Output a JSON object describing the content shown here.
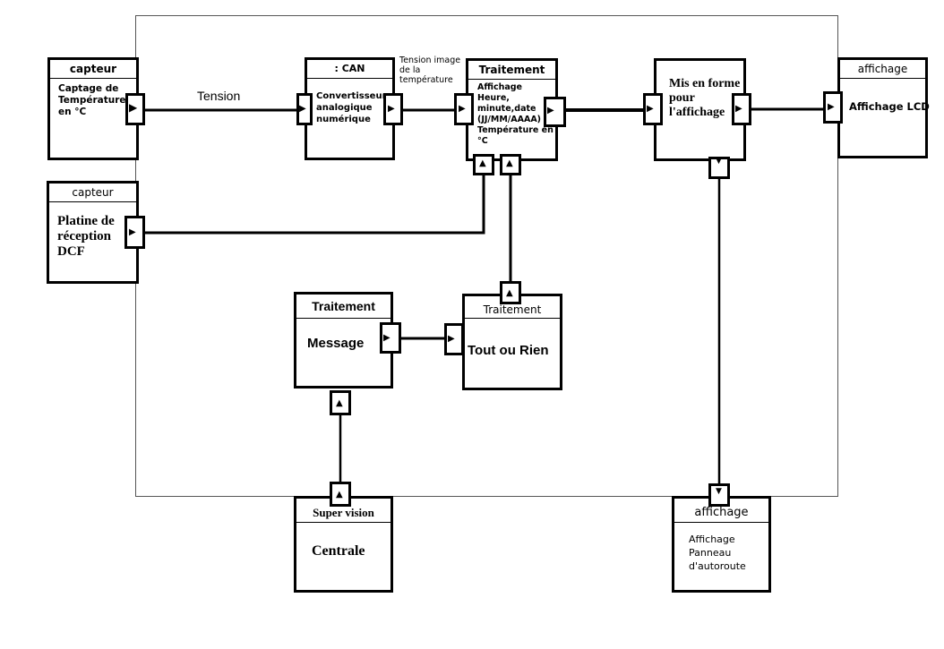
{
  "diagram": {
    "type": "block-diagram",
    "blocks": {
      "capteur_temp": {
        "header": "capteur",
        "text": "Captage de Température en °C"
      },
      "can": {
        "header": ": CAN",
        "text": "Convertisseur analogique numérique"
      },
      "traitement_main": {
        "header": "Traitement",
        "text": "Affichage Heure, minute,date (JJ/MM/AAAA) Température en °C"
      },
      "mise_en_forme": {
        "header": "",
        "text": "Mis en forme pour l'affichage"
      },
      "affichage_lcd": {
        "header": "affichage",
        "text": "Affichage LCD"
      },
      "capteur_dcf": {
        "header": "capteur",
        "text": "Platine de réception DCF"
      },
      "traitement_message": {
        "header": "Traitement",
        "text": "Message"
      },
      "traitement_tor": {
        "header": "Traitement",
        "text": "Tout ou Rien"
      },
      "supervision": {
        "header": "Super vision",
        "text": "Centrale"
      },
      "affichage_panneau": {
        "header": "affichage",
        "text": "Affichage Panneau d'autoroute"
      }
    },
    "wire_labels": {
      "tension": "Tension",
      "tension_image": "Tension image de la température"
    },
    "connections": [
      {
        "from": "capteur_temp",
        "to": "can",
        "label": "Tension"
      },
      {
        "from": "can",
        "to": "traitement_main",
        "label": "Tension image de la température"
      },
      {
        "from": "traitement_main",
        "to": "mise_en_forme"
      },
      {
        "from": "mise_en_forme",
        "to": "affichage_lcd"
      },
      {
        "from": "capteur_dcf",
        "to": "traitement_main"
      },
      {
        "from": "traitement_tor",
        "to": "traitement_main"
      },
      {
        "from": "traitement_message",
        "to": "traitement_tor"
      },
      {
        "from": "supervision",
        "to": "traitement_message"
      },
      {
        "from": "mise_en_forme",
        "to": "affichage_panneau"
      }
    ]
  }
}
